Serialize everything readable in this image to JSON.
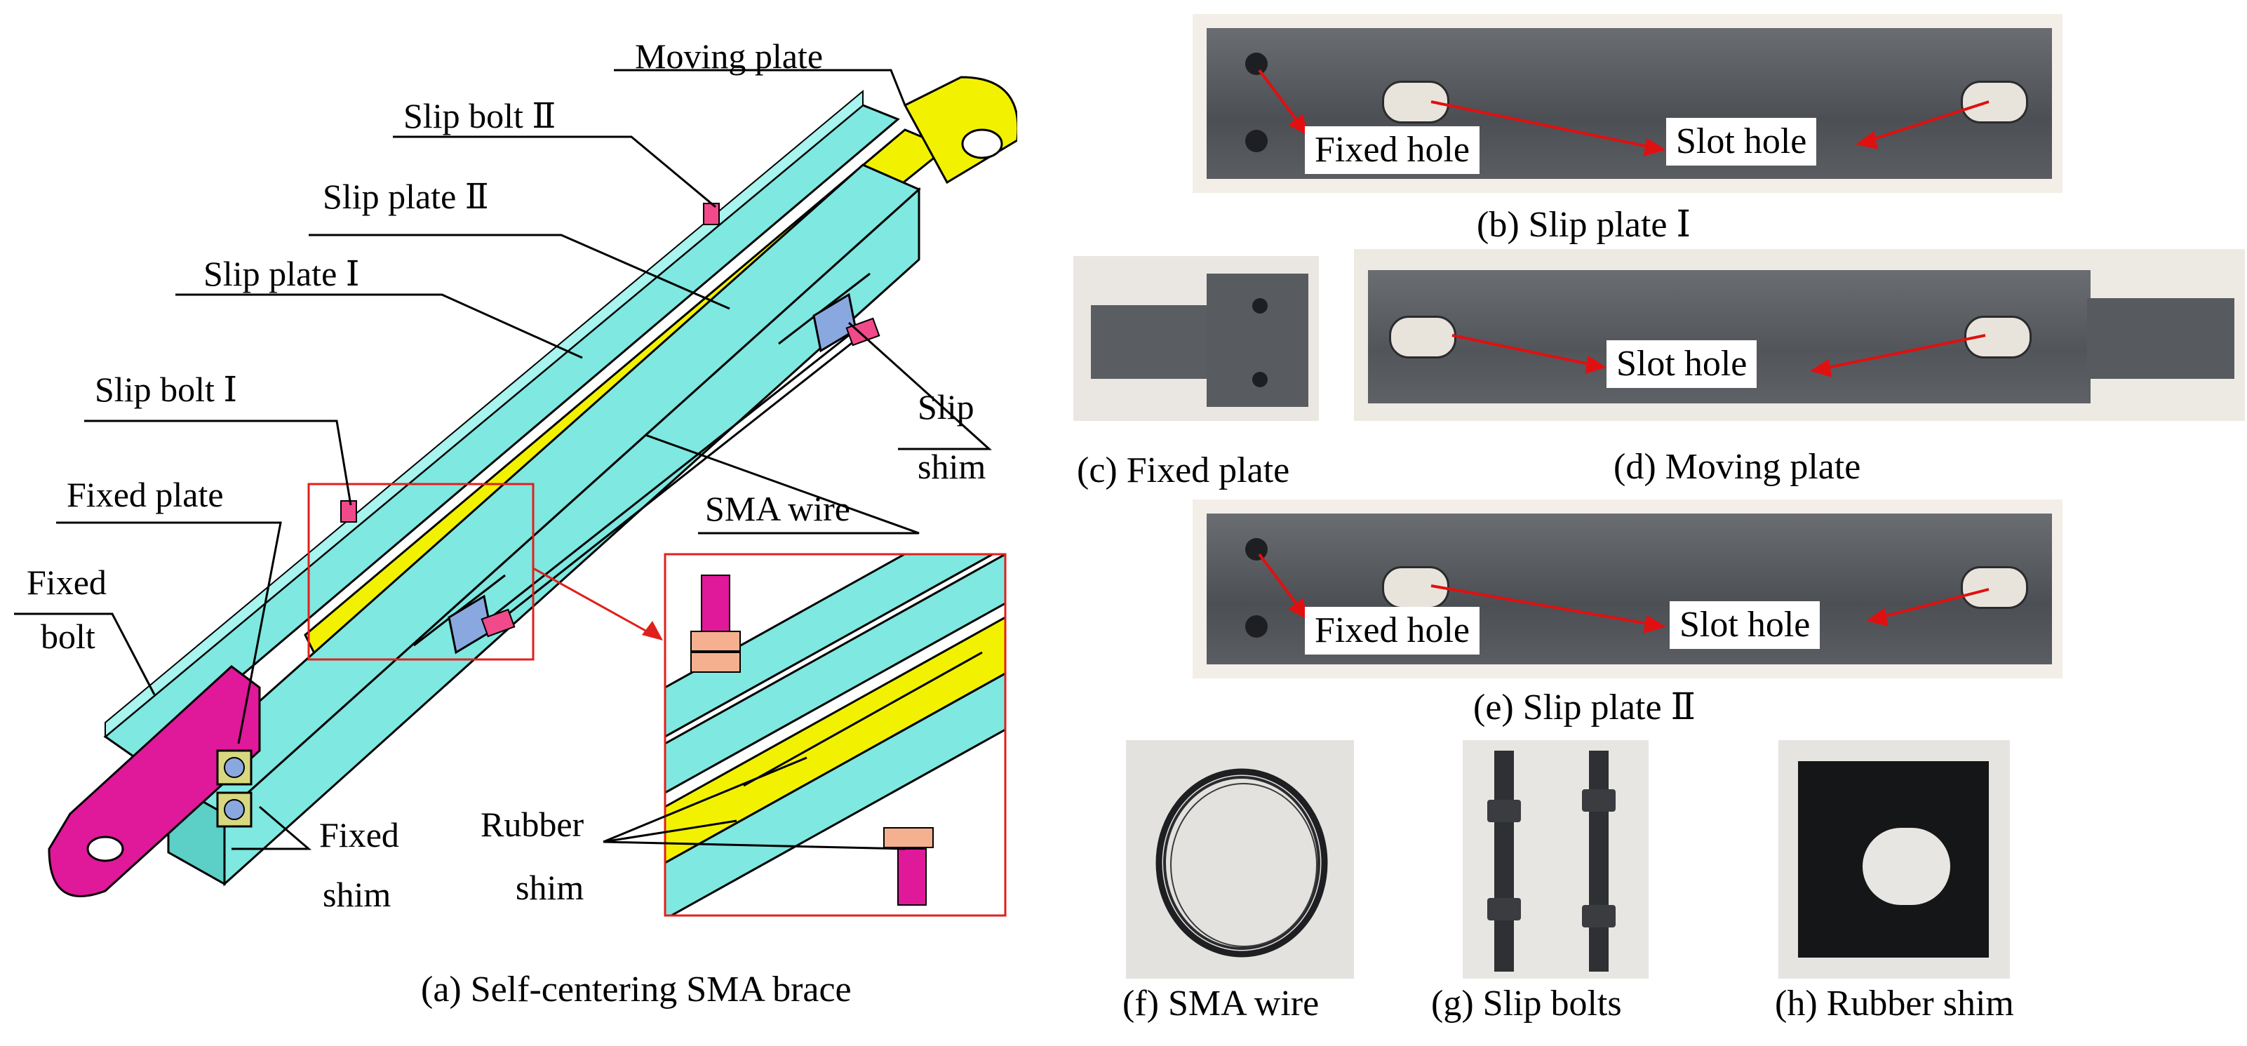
{
  "panel_a": {
    "caption": "(a) Self-centering SMA brace",
    "labels": {
      "moving_plate": "Moving plate",
      "slip_bolt_2": "Slip bolt Ⅱ",
      "slip_plate_2": "Slip plate Ⅱ",
      "slip_plate_1": "Slip plate Ⅰ",
      "slip_bolt_1": "Slip bolt Ⅰ",
      "fixed_plate": "Fixed plate",
      "fixed_bolt_1": "Fixed",
      "fixed_bolt_2": "bolt",
      "slip_shim_1": "Slip",
      "slip_shim_2": "shim",
      "sma_wire": "SMA wire",
      "rubber_shim_1": "Rubber",
      "rubber_shim_2": "shim",
      "fixed_shim_1": "Fixed",
      "fixed_shim_2": "shim"
    }
  },
  "panel_b": {
    "caption": "(b) Slip plate Ⅰ",
    "fixed_hole": "Fixed hole",
    "slot_hole": "Slot hole"
  },
  "panel_c": {
    "caption": "(c) Fixed plate"
  },
  "panel_d": {
    "caption": "(d) Moving plate",
    "slot_hole": "Slot hole"
  },
  "panel_e": {
    "caption": "(e) Slip plate Ⅱ",
    "fixed_hole": "Fixed hole",
    "slot_hole": "Slot hole"
  },
  "panel_f": {
    "caption": "(f) SMA wire"
  },
  "panel_g": {
    "caption": "(g) Slip bolts"
  },
  "panel_h": {
    "caption": "(h) Rubber shim"
  },
  "colors": {
    "cyan": "#7fe8e0",
    "yellow": "#f2f200",
    "magenta": "#e0189a",
    "pink": "#f04a8a",
    "detail_frame": "#e0201c",
    "arrow": "#e01010",
    "steel": "#55585c",
    "background": "#ffffff"
  }
}
